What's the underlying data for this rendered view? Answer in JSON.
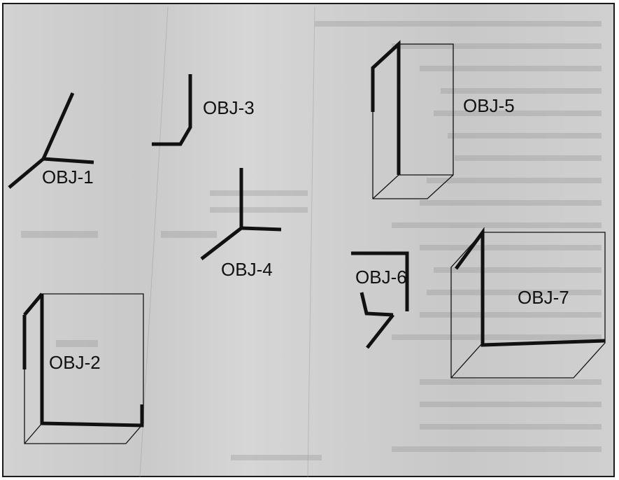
{
  "figure": {
    "objects": [
      {
        "id": "obj1",
        "label": "OBJ-1"
      },
      {
        "id": "obj2",
        "label": "OBJ-2"
      },
      {
        "id": "obj3",
        "label": "OBJ-3"
      },
      {
        "id": "obj4",
        "label": "OBJ-4"
      },
      {
        "id": "obj5",
        "label": "OBJ-5"
      },
      {
        "id": "obj6",
        "label": "OBJ-6"
      },
      {
        "id": "obj7",
        "label": "OBJ-7"
      }
    ],
    "colors": {
      "ink": "#111111",
      "paper": "#d0d0d0"
    }
  }
}
